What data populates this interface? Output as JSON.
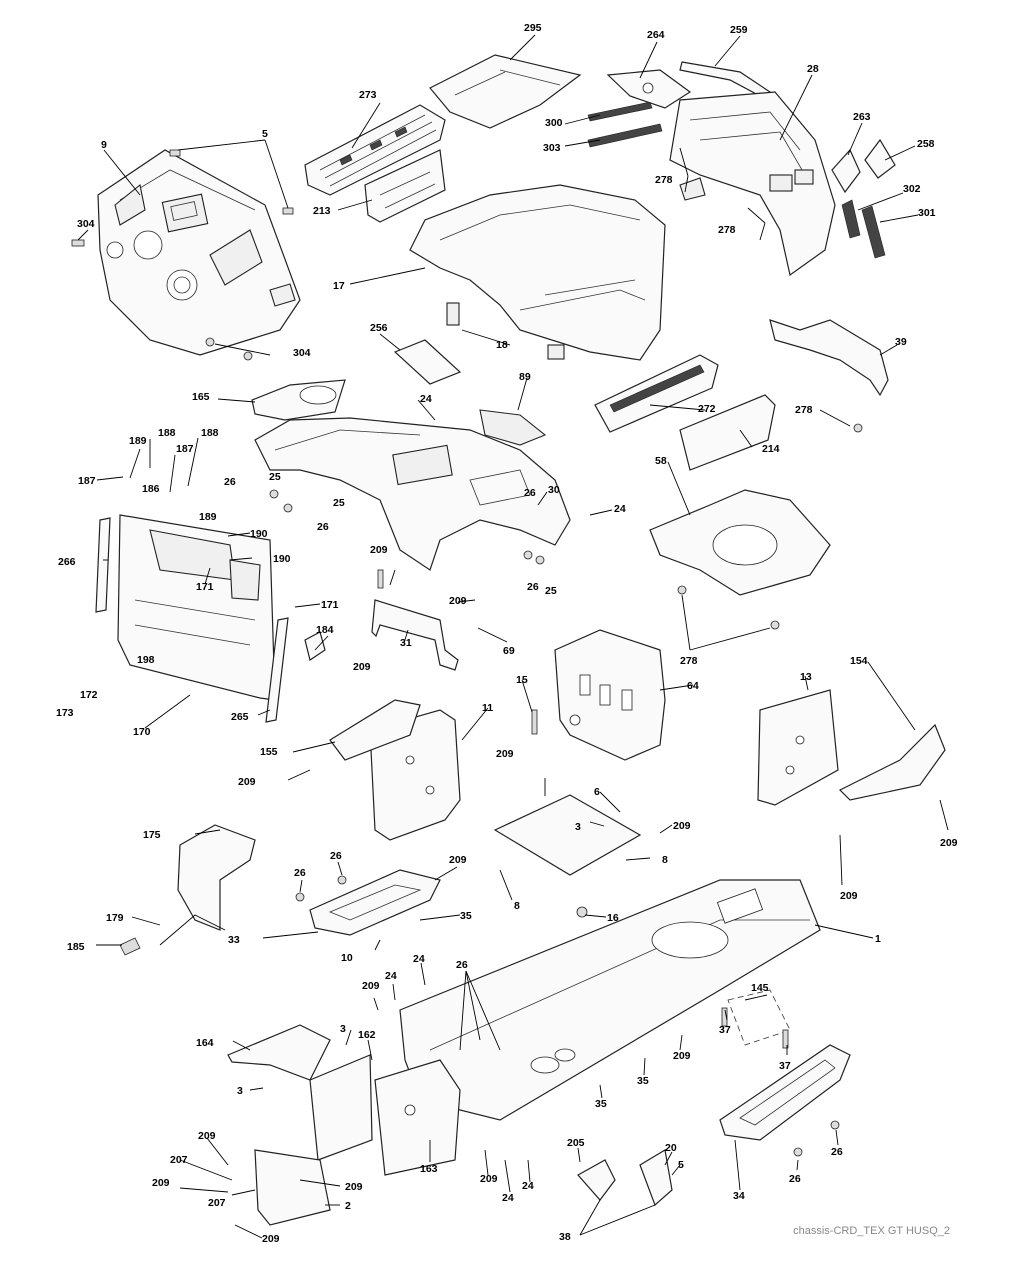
{
  "caption": "chassis-CRD_TEX GT HUSQ_2",
  "labels": {
    "l1": "1",
    "l2": "2",
    "l3a": "3",
    "l3b": "3",
    "l3c": "3",
    "l5a": "5",
    "l5b": "5",
    "l6": "6",
    "l8a": "8",
    "l8b": "8",
    "l9": "9",
    "l10": "10",
    "l11": "11",
    "l13": "13",
    "l15": "15",
    "l16": "16",
    "l17": "17",
    "l18": "18",
    "l20": "20",
    "l24a": "24",
    "l24b": "24",
    "l24c": "24",
    "l24d": "24",
    "l24e": "24",
    "l24f": "24",
    "l25a": "25",
    "l25b": "25",
    "l25c": "25",
    "l26a": "26",
    "l26b": "26",
    "l26c": "26",
    "l26d": "26",
    "l26e": "26",
    "l26f": "26",
    "l26g": "26",
    "l26h": "26",
    "l28": "28",
    "l30": "30",
    "l31": "31",
    "l33": "33",
    "l34": "34",
    "l35a": "35",
    "l35b": "35",
    "l35c": "35",
    "l37a": "37",
    "l37b": "37",
    "l38": "38",
    "l39": "39",
    "l58": "58",
    "l64": "64",
    "l69": "69",
    "l89": "89",
    "l145": "145",
    "l154": "154",
    "l155": "155",
    "l162": "162",
    "l163": "163",
    "l164": "164",
    "l165": "165",
    "l170": "170",
    "l171a": "171",
    "l171b": "171",
    "l172": "172",
    "l173": "173",
    "l175": "175",
    "l179": "179",
    "l184": "184",
    "l185": "185",
    "l186": "186",
    "l187a": "187",
    "l187b": "187",
    "l188a": "188",
    "l188b": "188",
    "l189a": "189",
    "l189b": "189",
    "l190a": "190",
    "l190b": "190",
    "l198": "198",
    "l205": "205",
    "l207a": "207",
    "l207b": "207",
    "l209a": "209",
    "l209b": "209",
    "l209c": "209",
    "l209d": "209",
    "l209e": "209",
    "l209f": "209",
    "l209g": "209",
    "l209h": "209",
    "l209i": "209",
    "l209j": "209",
    "l209k": "209",
    "l209l": "209",
    "l209m": "209",
    "l209n": "209",
    "l209o": "209",
    "l213": "213",
    "l214": "214",
    "l256": "256",
    "l258": "258",
    "l259": "259",
    "l263": "263",
    "l264": "264",
    "l265": "265",
    "l266": "266",
    "l272": "272",
    "l273": "273",
    "l278a": "278",
    "l278b": "278",
    "l278c": "278",
    "l278d": "278",
    "l295": "295",
    "l300": "300",
    "l301": "301",
    "l302": "302",
    "l303": "303",
    "l304a": "304",
    "l304b": "304"
  }
}
